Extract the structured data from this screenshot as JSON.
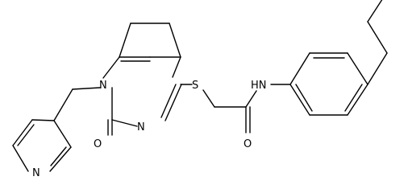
{
  "molecule": {
    "atom_labels": {
      "S": "S",
      "NH": "HN",
      "N1": "N",
      "N3": "N",
      "O_ring": "O",
      "O_amide": "O",
      "N_pyridine": "N"
    },
    "colors": {
      "bond": "#000000",
      "label": "#000000",
      "background": "#ffffff"
    }
  }
}
